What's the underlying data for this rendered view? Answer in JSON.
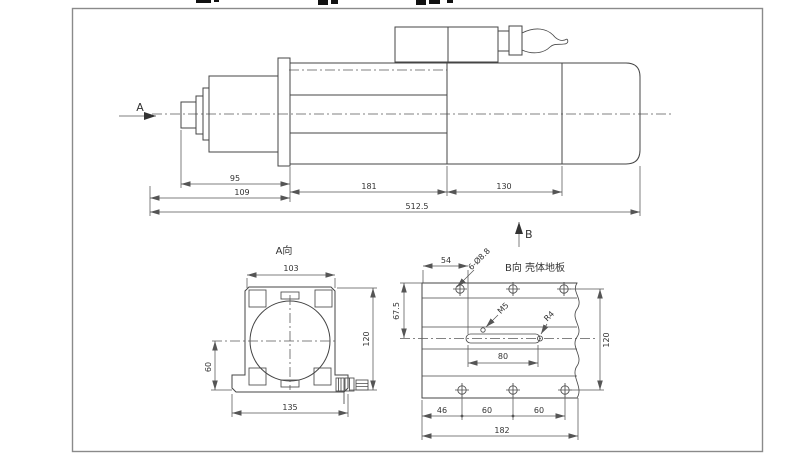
{
  "side_view": {
    "arrow_a_label": "A",
    "arrow_b_label": "B",
    "dim_95": "95",
    "dim_109": "109",
    "dim_181": "181",
    "dim_130": "130",
    "dim_512_5": "512.5"
  },
  "a_view": {
    "title": "A向",
    "dim_103": "103",
    "dim_60": "60",
    "dim_135": "135",
    "dim_120": "120"
  },
  "b_view": {
    "title": "B向 壳体地板",
    "dim_54": "54",
    "dim_67_5": "67.5",
    "dim_120": "120",
    "dim_80": "80",
    "dim_46": "46",
    "dim_60a": "60",
    "dim_60b": "60",
    "dim_182": "182",
    "holes_label": "6-Ø8.8",
    "thread_label": "M5",
    "radius_label": "R4"
  },
  "colors": {
    "line": "#454545",
    "dimension": "#555555",
    "text": "#333333",
    "frame": "#8a8a8a"
  }
}
